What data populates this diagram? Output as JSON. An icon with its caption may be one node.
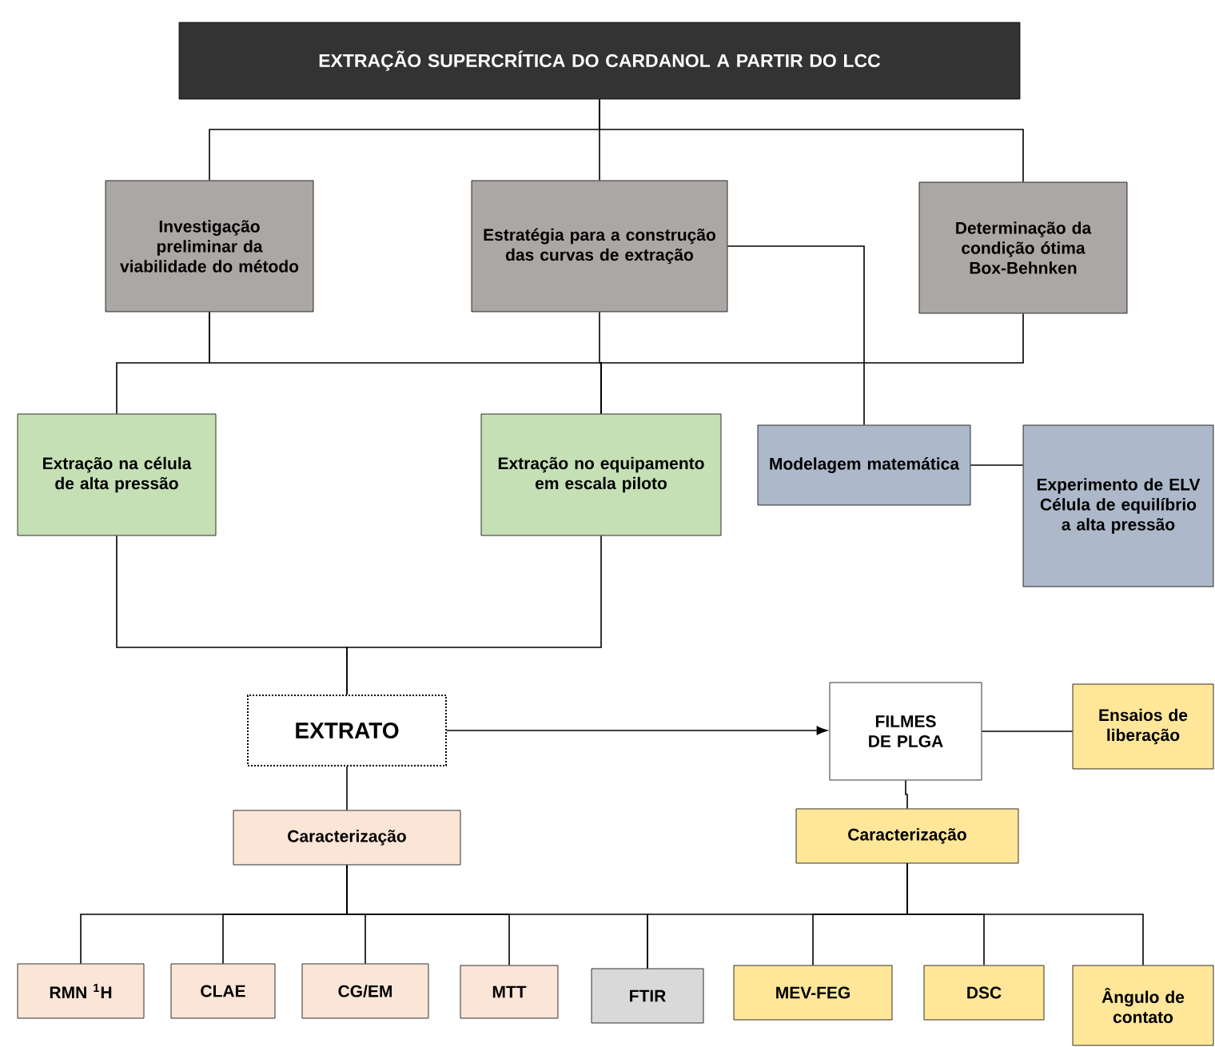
{
  "diagram": {
    "nodes": [
      {
        "text": [
          "EXTRAÇÃO SUPERCRÍTICA DO CARDANOL A PARTIR DO LCC"
        ]
      },
      {
        "text": [
          "Investigação preliminar da viabilidade do método"
        ]
      },
      {
        "text": [
          "Estratégia para a construção das curvas de extração"
        ]
      },
      {
        "text": [
          "Determinação da condição ótima Box-Behnken"
        ]
      },
      {
        "text": [
          "Extração na célula de alta pressão"
        ]
      },
      {
        "text": [
          "Extração no equipamento em escala piloto"
        ]
      },
      {
        "text": [
          "Modelagem matemática"
        ]
      },
      {
        "text": [
          "Experimento de ELV Célula de equilíbrio a alta pressão"
        ]
      },
      {
        "text": [
          "EXTRATO"
        ]
      },
      {
        "text": [
          "FILMES DE PLGA"
        ]
      },
      {
        "text": [
          "Ensaios de liberação"
        ]
      },
      {
        "text": [
          "Caracterização"
        ]
      },
      {
        "text": [
          "Caracterização"
        ]
      },
      {
        "text": [
          "RMN $^{1}$H"
        ]
      },
      {
        "text": [
          "CLAE"
        ]
      },
      {
        "text": [
          "CG/EM"
        ]
      },
      {
        "text": [
          "MTT"
        ]
      },
      {
        "text": [
          "FTIR"
        ]
      },
      {
        "text": [
          "MEV-FEG"
        ]
      },
      {
        "text": [
          "DSC"
        ]
      },
      {
        "text": [
          "Ângulo de contato"
        ]
      }
    ],
    "edges": [
      {
        "from": 0,
        "to": 1,
        "arrow": "none"
      },
      {
        "from": 0,
        "to": 2,
        "arrow": "none"
      },
      {
        "from": 0,
        "to": 3,
        "arrow": "none"
      },
      {
        "from": 1,
        "to": 4,
        "arrow": "none"
      },
      {
        "from": 1,
        "to": 5,
        "arrow": "none"
      },
      {
        "from": 2,
        "to": 5,
        "arrow": "none"
      },
      {
        "from": 3,
        "to": 5,
        "arrow": "none"
      },
      {
        "from": 2,
        "to": 6,
        "arrow": "none"
      },
      {
        "from": 6,
        "to": 7,
        "arrow": "none"
      },
      {
        "from": 4,
        "to": 8,
        "arrow": "none"
      },
      {
        "from": 5,
        "to": 8,
        "arrow": "none"
      },
      {
        "from": 8,
        "to": 9,
        "arrow": "to"
      },
      {
        "from": 9,
        "to": 10,
        "arrow": "none"
      },
      {
        "from": 8,
        "to": 11,
        "arrow": "none"
      },
      {
        "from": 9,
        "to": 12,
        "arrow": "none"
      },
      {
        "from": 11,
        "to": 13,
        "arrow": "none"
      },
      {
        "from": 11,
        "to": 14,
        "arrow": "none"
      },
      {
        "from": 11,
        "to": 15,
        "arrow": "none"
      },
      {
        "from": 11,
        "to": 16,
        "arrow": "none"
      },
      {
        "from": 11,
        "to": 17,
        "arrow": "none"
      },
      {
        "from": 12,
        "to": 17,
        "arrow": "none"
      },
      {
        "from": 12,
        "to": 18,
        "arrow": "none"
      },
      {
        "from": 12,
        "to": 19,
        "arrow": "none"
      },
      {
        "from": 12,
        "to": 20,
        "arrow": "none"
      }
    ]
  }
}
